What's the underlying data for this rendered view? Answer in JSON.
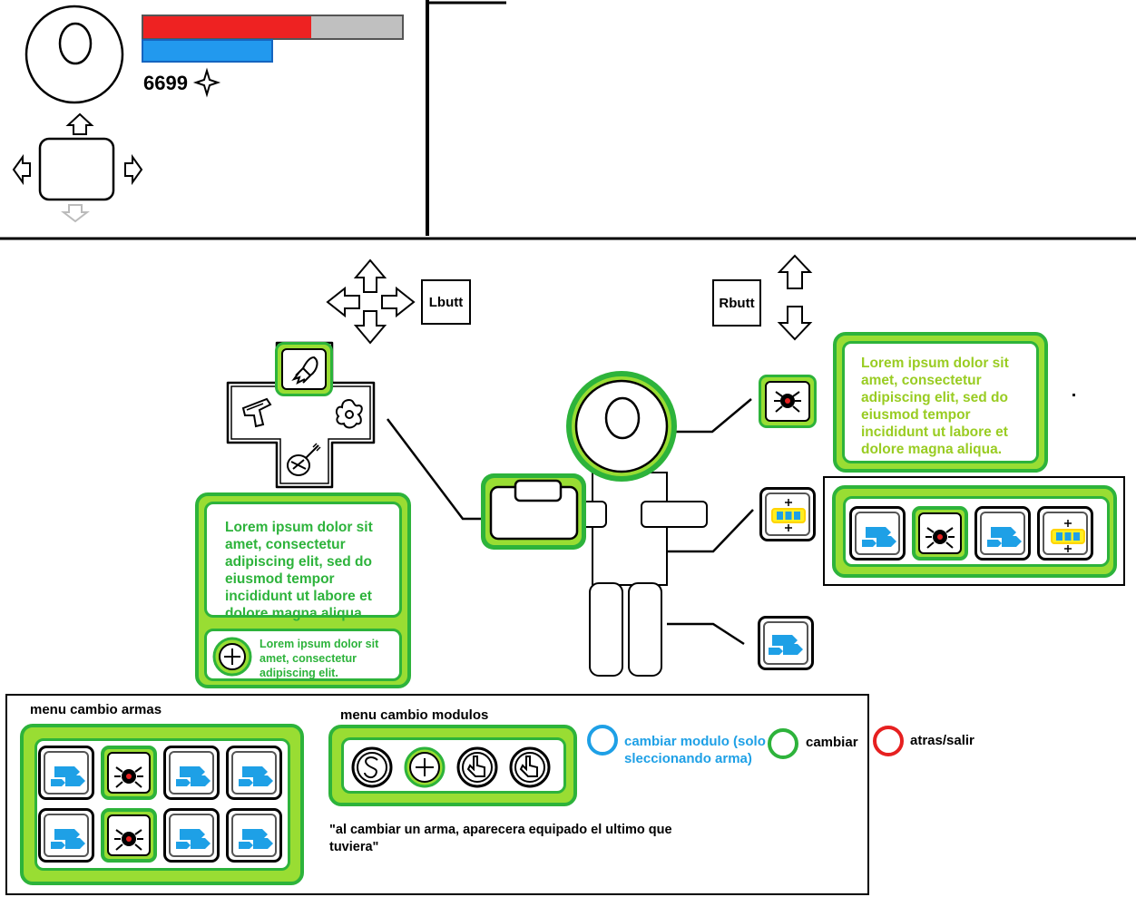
{
  "hud": {
    "score": "6699",
    "health_pct": 0.65,
    "energy_pct": 0.5,
    "health_color": "#ee2222",
    "energy_color": "#2299ee",
    "empty_color": "#c0c0c0",
    "score_icon": "sparkle-icon"
  },
  "buttons": {
    "lbutt": "Lbutt",
    "rbutt": "Rbutt"
  },
  "notes": {
    "lorem_main": "Lorem ipsum dolor sit amet, consectetur adipiscing elit, sed do eiusmod tempor incididunt ut labore et dolore magna aliqua.",
    "lorem_short": "Lorem ipsum dolor sit amet, consectetur adipiscing elit.",
    "lorem_right": "Lorem ipsum dolor sit amet, consectetur adipiscing elit, sed do eiusmod tempor incididunt ut labore et dolore magna aliqua."
  },
  "legend": {
    "weapons_menu": "menu cambio armas",
    "modules_menu": "menu cambio modulos",
    "blue_label": "cambiar modulo (solo sleccionando arma)",
    "green_label": "cambiar",
    "red_label": "atras/salir",
    "blue_color": "#1ea0e6",
    "green_color": "#2db33b",
    "red_color": "#e62020",
    "quote": "\"al cambiar un arma, aparecera equipado el  ultimo que tuviera\""
  },
  "icons": {
    "weapon_dpad": [
      "rocket-icon",
      "gun-icon",
      "gear-blob-icon",
      "grenade-icon"
    ],
    "modules": [
      "s-icon",
      "crosshair-icon",
      "hand-icon",
      "hand-icon"
    ]
  }
}
